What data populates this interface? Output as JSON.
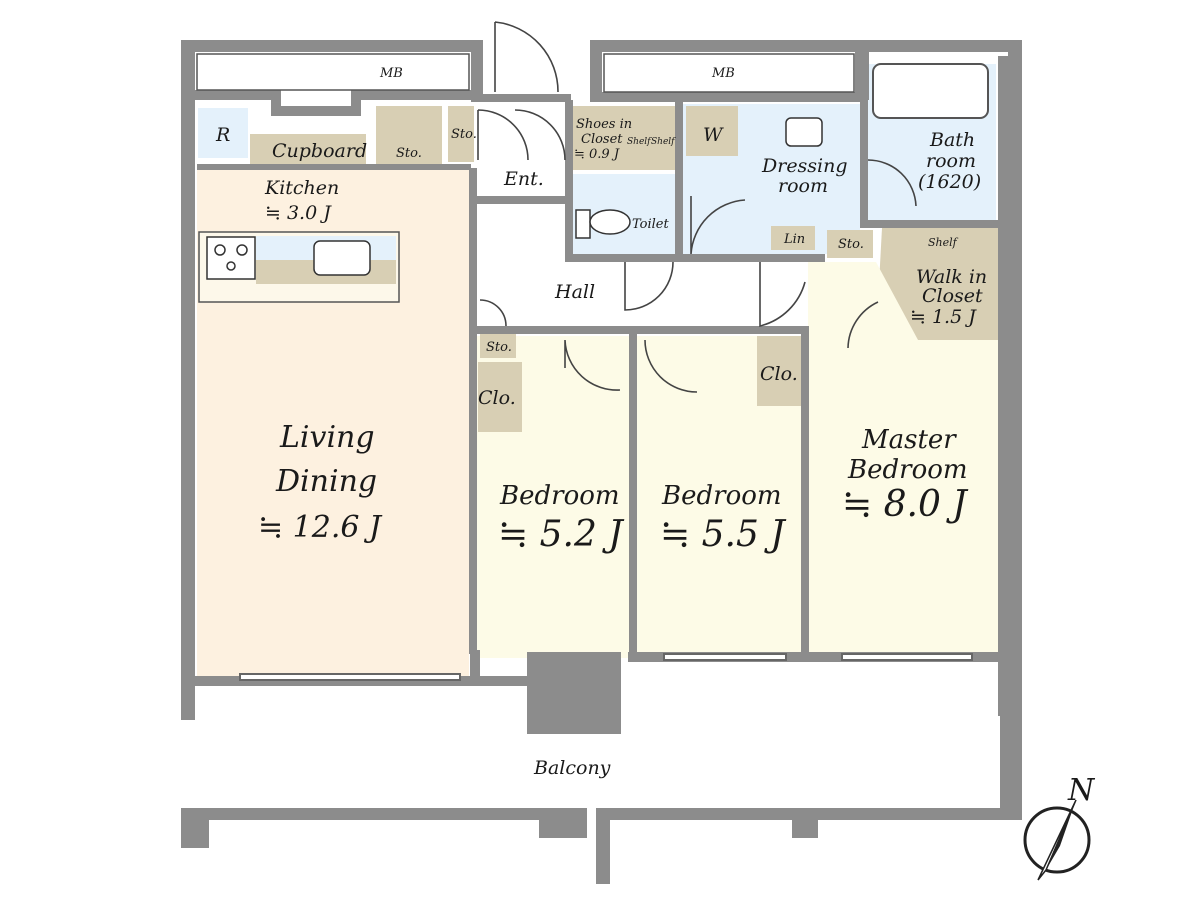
{
  "plan": {
    "rooms": {
      "mb_left": "MB",
      "mb_right": "MB",
      "fridge": "R",
      "cupboard": "Cupboard",
      "kitchen": "Kitchen",
      "kitchen_size": "≒ 3.0 J",
      "sto_kitchen": "Sto.",
      "sto_entry": "Sto.",
      "entrance": "Ent.",
      "shoes_closet_1": "Shoes in",
      "shoes_closet_2": "Closet",
      "shoes_closet_size": "≒ 0.9 J",
      "shelf_1": "Shelf",
      "shelf_2": "Shelf",
      "washer": "W",
      "dressing_1": "Dressing",
      "dressing_2": "room",
      "bath_1": "Bath",
      "bath_2": "room",
      "bath_3": "(1620)",
      "toilet": "Toilet",
      "linen": "Lin",
      "sto_hall_right": "Sto.",
      "shelf_wic": "Shelf",
      "wic_1": "Walk in",
      "wic_2": "Closet",
      "wic_size": "≒ 1.5 J",
      "hall": "Hall",
      "sto_hall_left": "Sto.",
      "closet_1": "Clo.",
      "closet_2": "Clo.",
      "living_1": "Living",
      "living_2": "Dining",
      "living_size": "≒ 12.6 J",
      "bedroom_1": "Bedroom",
      "bedroom_1_size": "≒ 5.2 J",
      "bedroom_2": "Bedroom",
      "bedroom_2_size": "≒ 5.5 J",
      "master_1": "Master",
      "master_2": "Bedroom",
      "master_size": "≒ 8.0 J",
      "balcony": "Balcony",
      "north": "N"
    },
    "colors": {
      "wall": "#8c8c8c",
      "living": "#fdf1e0",
      "bedroom": "#fdfbe7",
      "wet": "#e4f1fb",
      "storage": "#d8cfb4",
      "hall": "#ffffff"
    }
  }
}
